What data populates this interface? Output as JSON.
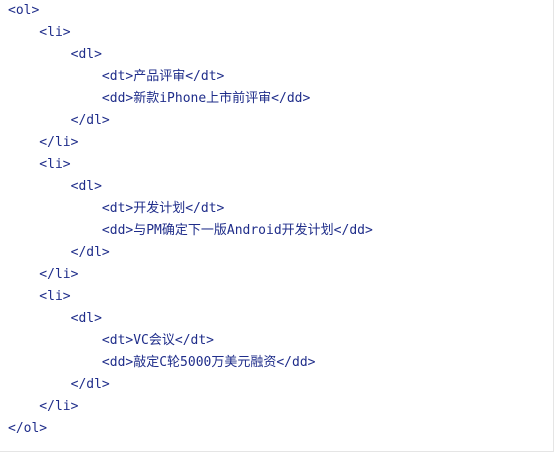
{
  "code": {
    "lines": [
      "<ol>",
      "    <li>",
      "        <dl>",
      "            <dt>产品评审</dt>",
      "            <dd>新款iPhone上市前评审</dd>",
      "        </dl>",
      "    </li>",
      "    <li>",
      "        <dl>",
      "            <dt>开发计划</dt>",
      "            <dd>与PM确定下一版Android开发计划</dd>",
      "        </dl>",
      "    </li>",
      "    <li>",
      "        <dl>",
      "            <dt>VC会议</dt>",
      "            <dd>敲定C轮5000万美元融资</dd>",
      "        </dl>",
      "    </li>",
      "</ol>"
    ],
    "text_color": "#1f2d8a",
    "background": "#ffffff"
  }
}
